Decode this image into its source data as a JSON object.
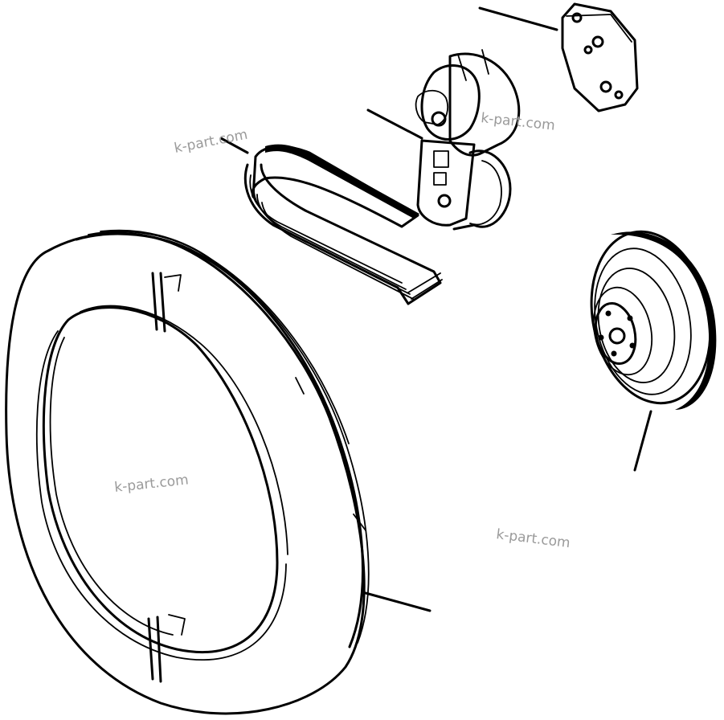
{
  "watermarks": [
    "k-part.com",
    "k-part.com",
    "k-part.com",
    "k-part.com"
  ],
  "colors": {
    "ink": "#000000",
    "paper": "#ffffff",
    "watermark": "#9a9a9a"
  },
  "parts": [
    {
      "id": "mounting-bracket",
      "icon": "plate-bracket"
    },
    {
      "id": "belt-tensioner",
      "icon": "tensioner"
    },
    {
      "id": "poly-v-belt",
      "icon": "belt"
    },
    {
      "id": "crankshaft-pulley",
      "icon": "pulley"
    },
    {
      "id": "flywheel-ring",
      "icon": "ring"
    }
  ]
}
